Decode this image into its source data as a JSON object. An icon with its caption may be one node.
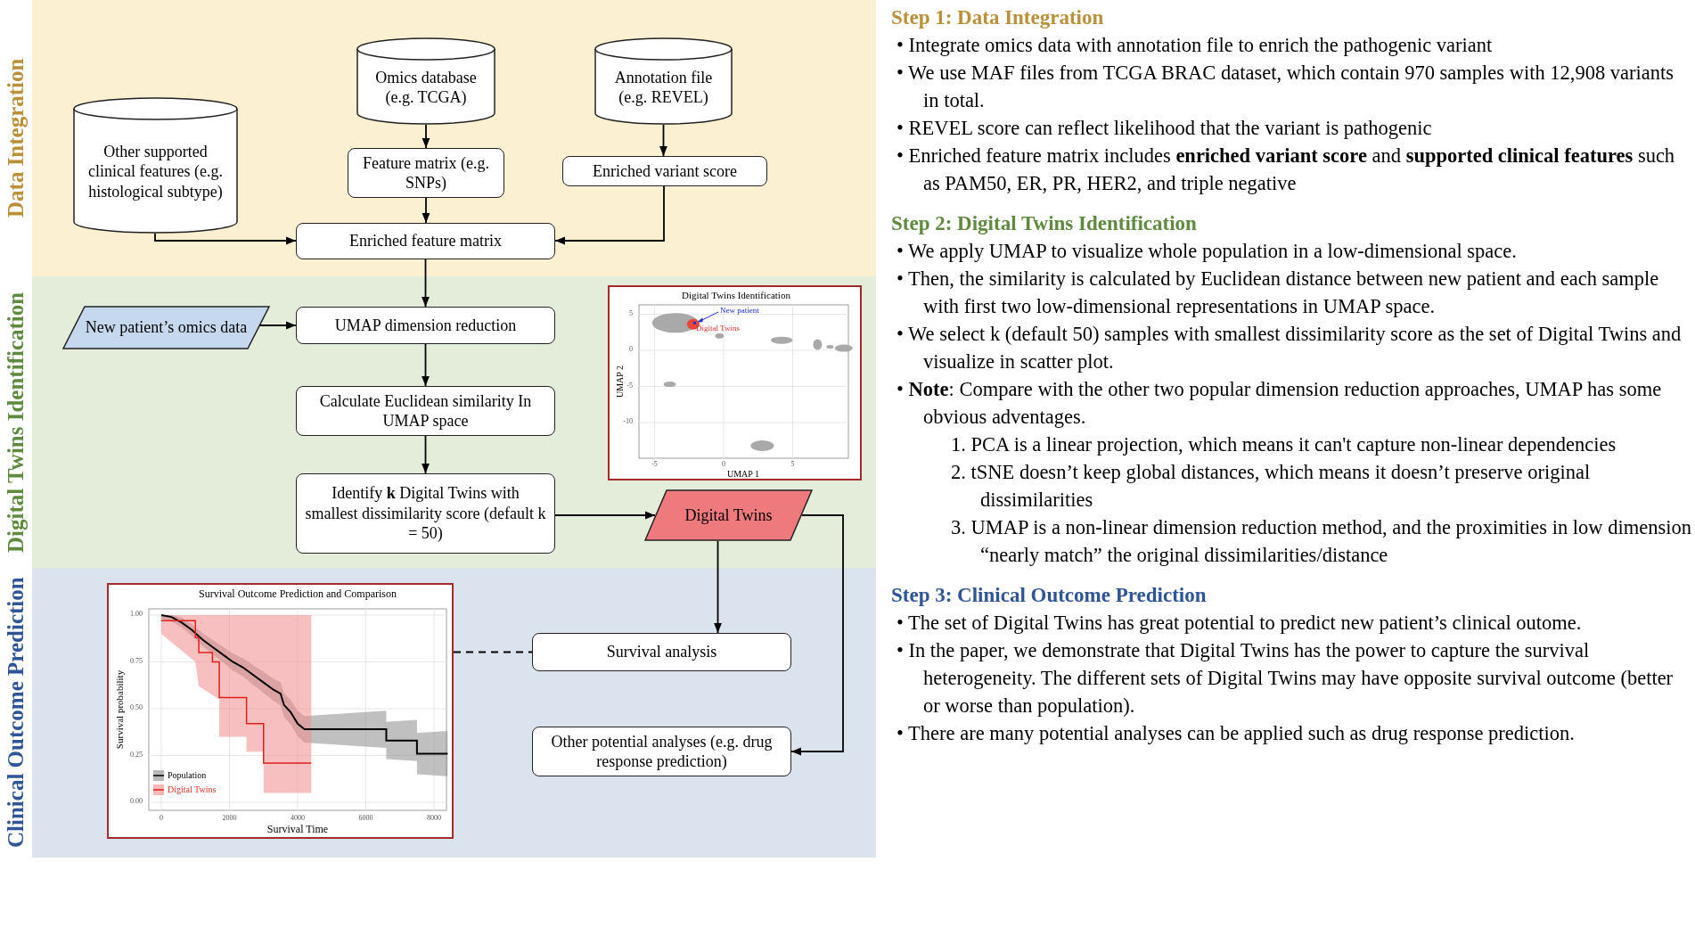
{
  "diagram": {
    "nodes": [
      {
        "text": [
          "Data Integration"
        ]
      },
      {
        "text": [
          "Other supported clinical features (e.g. histological subtype)"
        ],
        "in": 0
      },
      {
        "text": [
          "Omics database (e.g. TCGA)"
        ],
        "in": 0
      },
      {
        "text": [
          "Annotation file (e.g. REVEL)"
        ],
        "in": 0
      },
      {
        "text": [
          "Feature matrix (e.g. SNPs)"
        ],
        "in": 0
      },
      {
        "text": [
          "Enriched variant score"
        ],
        "in": 0
      },
      {
        "text": [
          "Enriched feature matrix"
        ],
        "in": 0
      },
      {
        "text": [
          "Digital Twins Identification"
        ]
      },
      {
        "text": [
          "New patient’s omics data"
        ],
        "in": 7
      },
      {
        "text": [
          "UMAP dimension reduction"
        ],
        "in": 7
      },
      {
        "text": [
          "Calculate Euclidean similarity In UMAP space"
        ],
        "in": 7
      },
      {
        "text": [
          "Identify **k** Digital Twins with smallest dissimilarity score (default k = 50)"
        ],
        "in": 7
      },
      {
        "text": [
          "Digital Twins"
        ],
        "in": 7
      },
      {
        "text": [
          "Digital Twins Identification",
          "New patient",
          "Digital Twins",
          "5",
          "0",
          "-5",
          "-10",
          "UMAP 2",
          "-5",
          "0",
          "5",
          "UMAP 1"
        ],
        "in": 7
      },
      {
        "text": [
          "Clinical Outcome Prediction"
        ]
      },
      {
        "text": [
          "Survival Outcome Prediction and Comparison",
          "1.00",
          "0.75",
          "0.50",
          "0.25",
          "0.00",
          "Survival probability",
          "Population",
          "Digital Twins",
          "0",
          "2000",
          "4000",
          "6000",
          "8000",
          "Survival Time"
        ],
        "in": 14
      },
      {
        "text": [
          "Survival analysis"
        ],
        "in": 14
      },
      {
        "text": [
          "Other potential analyses (e.g. drug response prediction)"
        ],
        "in": 14
      }
    ],
    "edges": [
      {
        "from": 1,
        "to": 6,
        "arrow": "to"
      },
      {
        "from": 2,
        "to": 4,
        "arrow": "to"
      },
      {
        "from": 4,
        "to": 6,
        "arrow": "to"
      },
      {
        "from": 3,
        "to": 5,
        "arrow": "to"
      },
      {
        "from": 5,
        "to": 6,
        "arrow": "to"
      },
      {
        "from": 6,
        "to": 9,
        "arrow": "to"
      },
      {
        "from": 8,
        "to": 9,
        "arrow": "to"
      },
      {
        "from": 9,
        "to": 10,
        "arrow": "to"
      },
      {
        "from": 10,
        "to": 11,
        "arrow": "to"
      },
      {
        "from": 11,
        "to": 12,
        "arrow": "to"
      },
      {
        "from": 12,
        "to": 16,
        "arrow": "to"
      },
      {
        "from": 12,
        "to": 17,
        "arrow": "to"
      },
      {
        "from": 15,
        "to": 16,
        "arrow": "none",
        "style": "dashed"
      }
    ],
    "labels": [
      "Step 1: Data Integration",
      "• Integrate omics data with annotation file to enrich the pathogenic variant",
      "• We use MAF files from TCGA BRAC dataset, which contain 970 samples with 12,908 variants in total.",
      "• REVEL score can reflect likelihood that the variant is pathogenic",
      "• Enriched feature matrix includes **enriched variant score** and **supported clinical features** such as PAM50, ER, PR, HER2, and triple negative",
      "Step 2: Digital Twins Identification",
      "• We apply UMAP to visualize whole population in a low-dimensional space.",
      "• Then, the similarity is calculated by Euclidean distance between new patient and each sample with first two low-dimensional representations in UMAP space.",
      "• We select k (default 50) samples with smallest dissimilarity score as the set of Digital Twins and visualize in scatter plot.",
      "• **Note**: Compare with the other two popular dimension reduction approaches, UMAP has some obvious adventages.",
      "1. PCA is a linear projection, which means it can't capture non-linear dependencies",
      "2. tSNE doesn’t keep global distances, which means it doesn’t preserve original dissimilarities",
      "3. UMAP is a non-linear dimension reduction method, and the proximities in low dimension “nearly match” the original dissimilarities/distance",
      "Step 3: Clinical Outcome Prediction",
      "• The set of Digital Twins has great potential to predict new patient’s clinical outome.",
      "• In the paper, we demonstrate that Digital Twins has the power to capture the survival heterogeneity. The different sets of Digital Twins may have opposite survival outcome (better or worse than population).",
      "• There are many potential analyses can be applied such as drug response prediction."
    ]
  }
}
